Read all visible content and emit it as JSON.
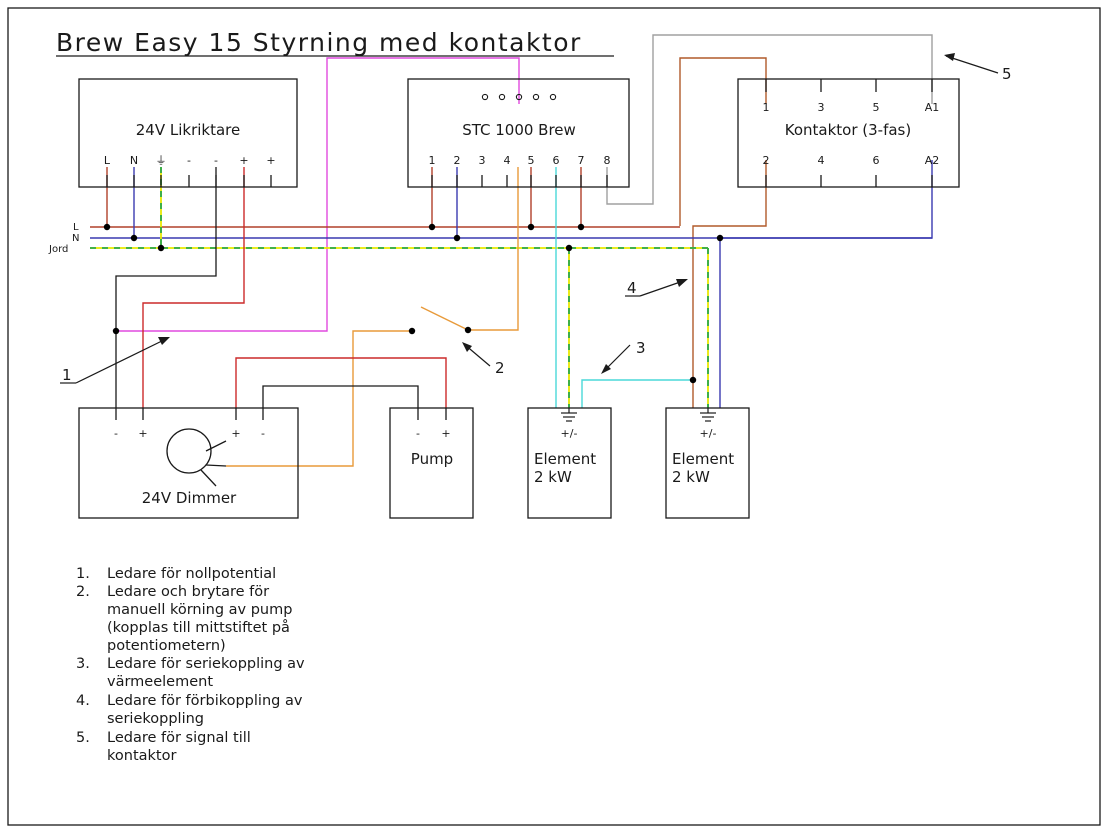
{
  "title": "Brew Easy 15 Styrning med kontaktor",
  "colors": {
    "line": "#b0402a",
    "neutral": "#3a3ab0",
    "earth_yellow": "#e8e800",
    "earth_green": "#2aa84a",
    "pink": "#e04adf",
    "orange": "#e89a3a",
    "cyan": "#4ad8d8",
    "brown": "#b05a2a",
    "grey": "#a0a0a0",
    "red": "#cc2a2a",
    "black": "#1a1a1a"
  },
  "bus_labels": {
    "l": "L",
    "n": "N",
    "jord": "Jord"
  },
  "rectifier": {
    "label": "24V Likriktare",
    "terminals": [
      "L",
      "N",
      "⏚",
      "-",
      "-",
      "+",
      "+"
    ]
  },
  "stc": {
    "label": "STC 1000 Brew",
    "terminals": [
      "1",
      "2",
      "3",
      "4",
      "5",
      "6",
      "7",
      "8"
    ]
  },
  "contactor": {
    "label": "Kontaktor (3-fas)",
    "top_terminals": [
      "1",
      "3",
      "5",
      "A1"
    ],
    "bottom_terminals": [
      "2",
      "4",
      "6",
      "A2"
    ]
  },
  "dimmer": {
    "label": "24V Dimmer",
    "terminals": [
      "-",
      "+",
      "+",
      "-"
    ]
  },
  "pump": {
    "label": "Pump",
    "terminals": [
      "-",
      "+"
    ]
  },
  "element1": {
    "line1": "Element",
    "line2": "2 kW",
    "terminal": "+/-"
  },
  "element2": {
    "line1": "Element",
    "line2": "2 kW",
    "terminal": "+/-"
  },
  "callouts": [
    "1",
    "2",
    "3",
    "4",
    "5"
  ],
  "legend": [
    {
      "num": "1.",
      "lines": [
        "Ledare för nollpotential"
      ]
    },
    {
      "num": "2.",
      "lines": [
        "Ledare och brytare för",
        "manuell körning av pump",
        "(kopplas till mittstiftet på",
        "potentiometern)"
      ]
    },
    {
      "num": "3.",
      "lines": [
        "Ledare för seriekoppling av",
        "värmeelement"
      ]
    },
    {
      "num": "4.",
      "lines": [
        "Ledare för förbikoppling av",
        "seriekoppling"
      ]
    },
    {
      "num": "5.",
      "lines": [
        "Ledare för signal till",
        "kontaktor"
      ]
    }
  ]
}
